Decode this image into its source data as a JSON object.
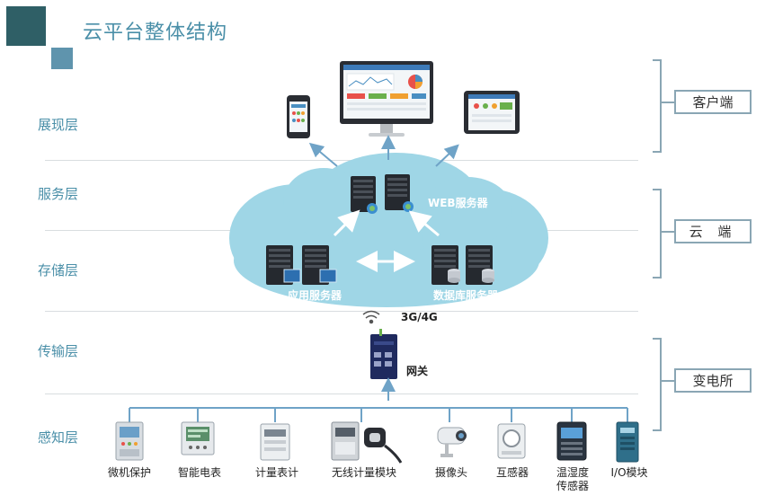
{
  "title": "云平台整体结构",
  "layers": [
    "展现层",
    "服务层",
    "存储层",
    "传输层",
    "感知层"
  ],
  "groups": [
    "客户端",
    "云 端",
    "变电所"
  ],
  "cloud": {
    "web_server": "WEB服务器",
    "app_server": "应用服务器",
    "db_server": "数据库服务器"
  },
  "network": "3G/4G",
  "gateway": "网关",
  "devices": [
    "微机保护",
    "智能电表",
    "计量表计",
    "无线计量模块",
    "摄像头",
    "互感器",
    "温湿度\n传感器",
    "I/O模块"
  ],
  "colors": {
    "accent": "#4a8fa8",
    "cloud": "#9fd6e6",
    "arrow": "#6fa3c7",
    "dark_teal": "#2f5f66"
  }
}
